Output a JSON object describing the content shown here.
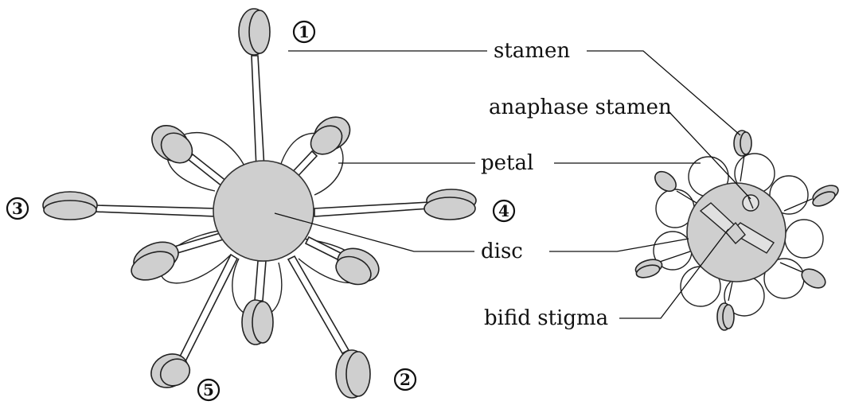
{
  "labels": {
    "stamen": "stamen",
    "anaphase_stamen": "anaphase stamen",
    "petal": "petal",
    "disc": "disc",
    "bifid_stigma": "bifid stigma"
  },
  "numbers": {
    "n1": "1",
    "n2": "2",
    "n3": "3",
    "n4": "4",
    "n5": "5"
  },
  "colors": {
    "fill_gray": "#cfcfcf",
    "stroke": "#222222",
    "background": "#ffffff"
  }
}
